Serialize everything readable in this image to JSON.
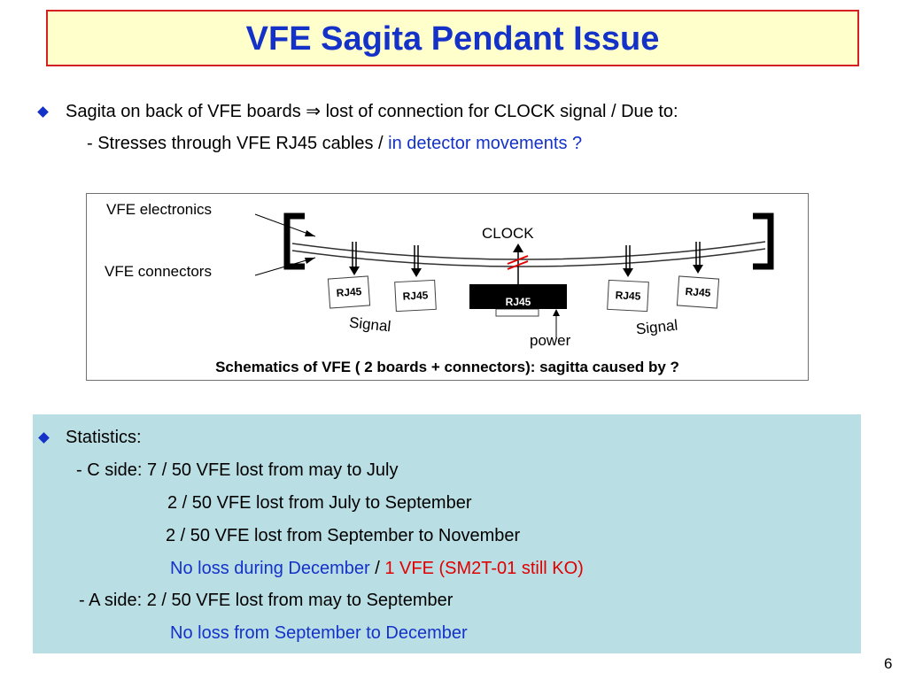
{
  "slide": {
    "title": "VFE Sagita Pendant Issue",
    "page_number": "6"
  },
  "intro": {
    "bullet_text": "Sagita on back of VFE boards ⇒ lost of connection for CLOCK signal / Due to:",
    "sub_line_black": "- Stresses through VFE RJ45 cables / ",
    "sub_line_blue": "in detector movements ?"
  },
  "diagram": {
    "label_electronics": "VFE electronics",
    "label_connectors": "VFE connectors",
    "label_clock": "CLOCK",
    "rj_labels": [
      "RJ45",
      "RJ45",
      "RJ45",
      "RJ45",
      "RJ45"
    ],
    "label_signal_left": "Signal",
    "label_signal_right": "Signal",
    "label_power": "power",
    "caption": "Schematics of VFE ( 2 boards + connectors): sagitta caused by ?",
    "colors": {
      "cut_mark": "#e00000"
    }
  },
  "statistics": {
    "heading": "Statistics:",
    "c_side_1": "- C side: 7 / 50 VFE lost from may to July",
    "c_side_2": "2 / 50 VFE lost from July to September",
    "c_side_3": "2 / 50 VFE lost from September to November",
    "c_side_4_blue": "No loss during December",
    "c_side_4_sep": " / ",
    "c_side_4_red": "1 VFE (SM2T-01 still KO)",
    "a_side_1": "- A side: 2 / 50 VFE lost from may to September",
    "a_side_2_blue": "No loss from September to December"
  },
  "colors": {
    "title_text": "#1432c8",
    "title_border": "#d42020",
    "title_fill": "#ffffcc",
    "bullet": "#1432c8",
    "stats_fill": "#b9dee4",
    "highlight_blue": "#1432c8",
    "highlight_red": "#e00000"
  },
  "icons": {
    "bullet": "diamond-bullet-icon"
  }
}
